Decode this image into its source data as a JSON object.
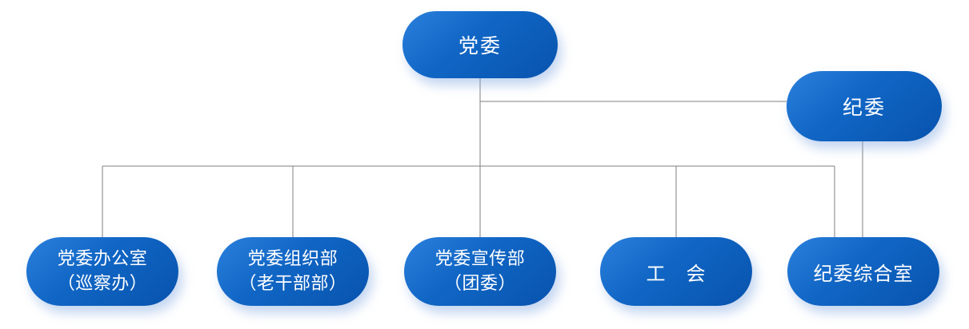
{
  "diagram": {
    "type": "org-chart",
    "background_color": "#ffffff",
    "connector_color": "#7f7f7f",
    "node_fill_gradient": [
      "#2b80dc",
      "#1166c5",
      "#0753ad"
    ],
    "node_text_color": "#ffffff",
    "nodes": {
      "dangwei": {
        "lines": {
          "l1": "党委"
        }
      },
      "jiwei": {
        "lines": {
          "l1": "纪委"
        }
      },
      "bangongshi": {
        "lines": {
          "l1": "党委办公室",
          "l2": "（巡察办）"
        }
      },
      "zuzhibu": {
        "lines": {
          "l1": "党委组织部",
          "l2": "（老干部部）"
        }
      },
      "xuanchuanbu": {
        "lines": {
          "l1": "党委宣传部",
          "l2": "（团委）"
        }
      },
      "gonghui": {
        "lines": {
          "l1": "工　会"
        }
      },
      "zongheshi": {
        "lines": {
          "l1": "纪委综合室"
        }
      }
    },
    "edges": [
      {
        "from": "党委",
        "to": "纪委"
      },
      {
        "from": "党委",
        "to": "党委办公室（巡察办）"
      },
      {
        "from": "党委",
        "to": "党委组织部（老干部部）"
      },
      {
        "from": "党委",
        "to": "党委宣传部（团委）"
      },
      {
        "from": "党委",
        "to": "工　会"
      },
      {
        "from": "党委",
        "to": "纪委综合室"
      },
      {
        "from": "纪委",
        "to": "纪委综合室"
      }
    ]
  }
}
